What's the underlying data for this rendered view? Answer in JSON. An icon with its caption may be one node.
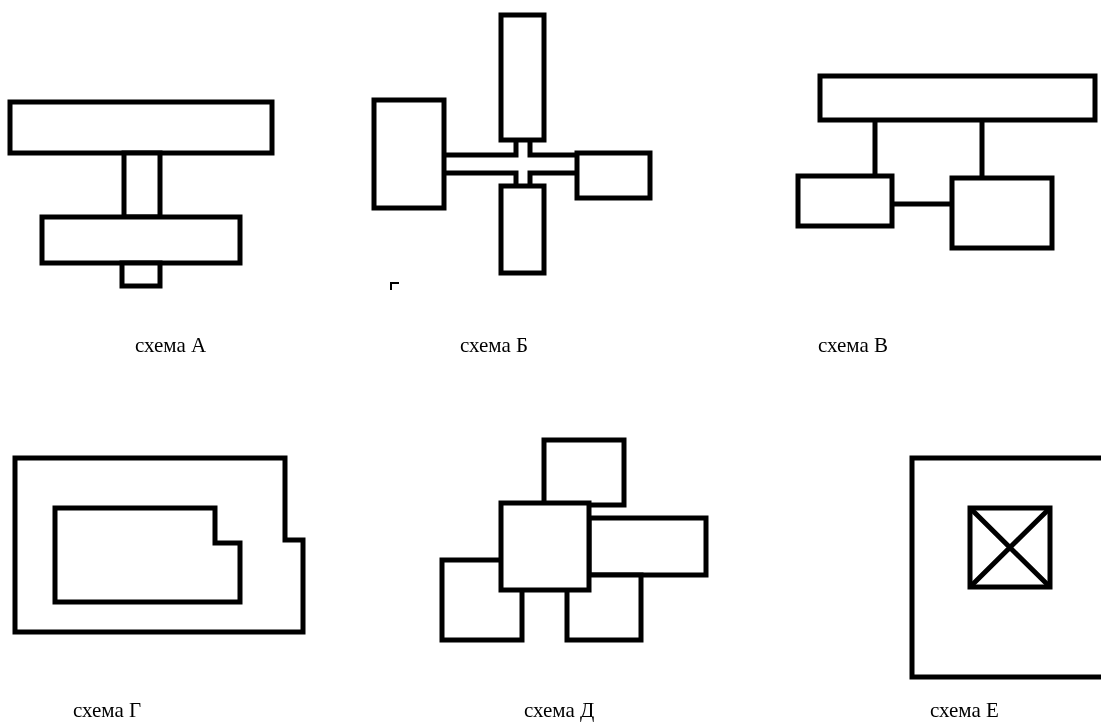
{
  "diagram": {
    "labels": [
      "схема А",
      "схема Б",
      "схема В",
      "схема Г",
      "схема Д",
      "схема Е"
    ]
  }
}
